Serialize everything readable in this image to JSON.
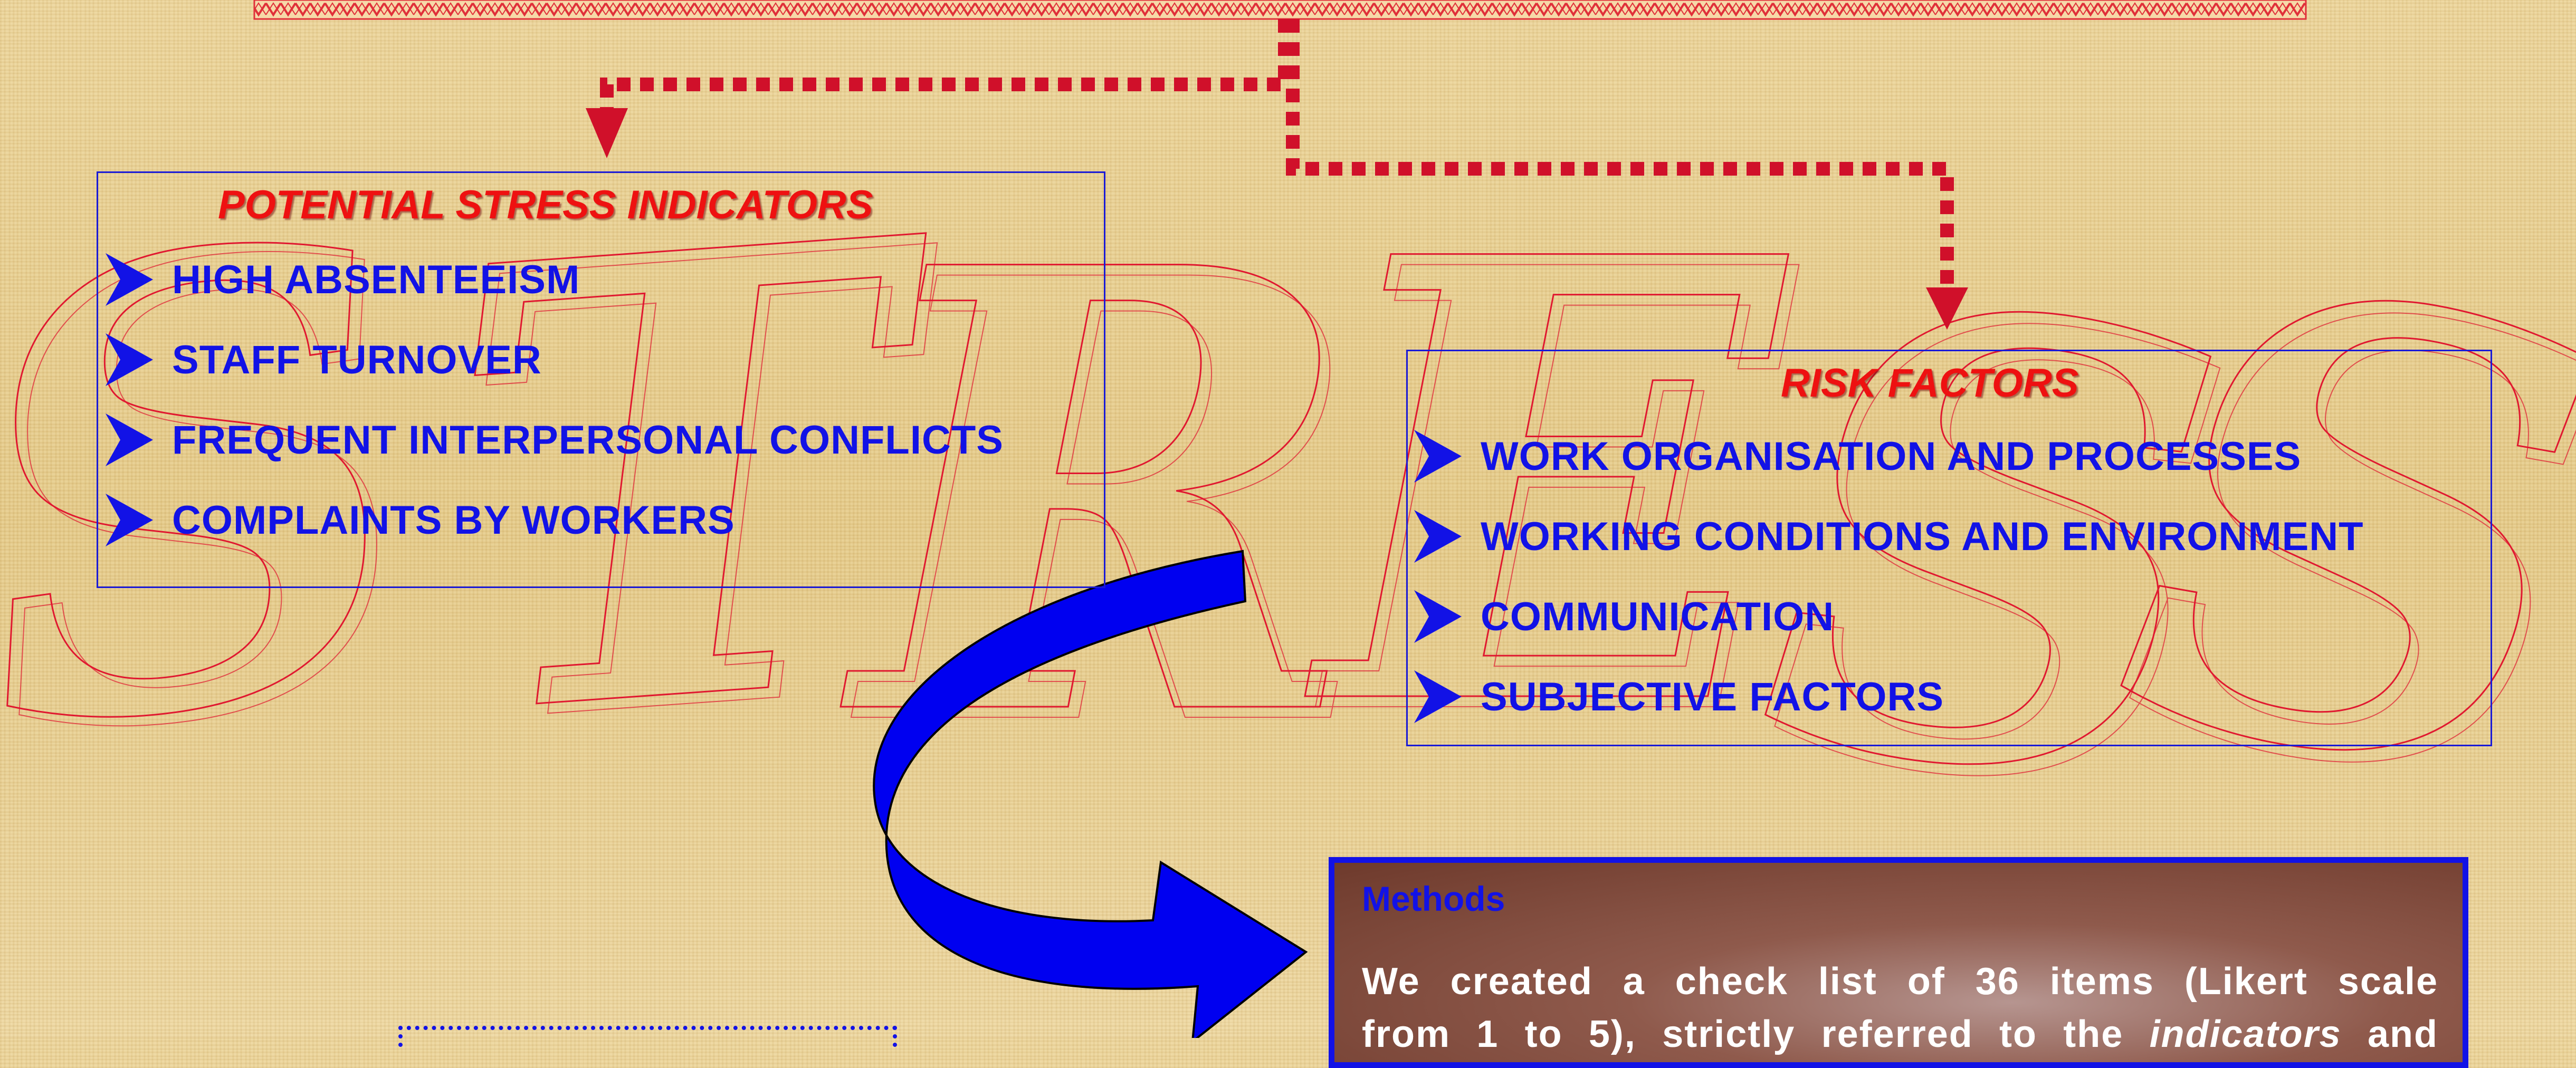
{
  "background_word": "STRESS",
  "indicators": {
    "title": "POTENTIAL STRESS INDICATORS",
    "items": [
      "HIGH ABSENTEEISM",
      "STAFF TURNOVER",
      "FREQUENT INTERPERSONAL CONFLICTS",
      "COMPLAINTS BY WORKERS"
    ]
  },
  "risk_factors": {
    "title": "RISK FACTORS",
    "items": [
      "WORK ORGANISATION AND PROCESSES",
      "WORKING CONDITIONS AND ENVIRONMENT",
      "COMMUNICATION",
      "SUBJECTIVE FACTORS"
    ]
  },
  "methods": {
    "title": "Methods",
    "line1": "We created a check list of 36 items (Likert scale",
    "line2_pre": "from 1 to 5), strictly referred to the ",
    "line2_em": "indicators",
    "line2_post": " and"
  },
  "colors": {
    "title_red": "#ee1111",
    "text_blue": "#1212e6",
    "connector_red": "#d0102a",
    "outline_red": "#e01830"
  }
}
